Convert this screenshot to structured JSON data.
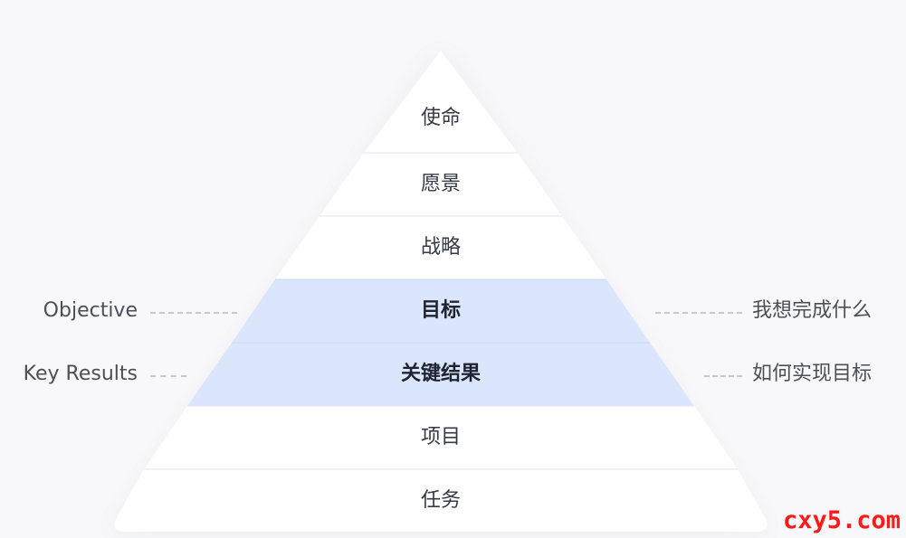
{
  "pyramid": {
    "layers": [
      {
        "label": "使命",
        "highlight": false
      },
      {
        "label": "愿景",
        "highlight": false
      },
      {
        "label": "战略",
        "highlight": false
      },
      {
        "label": "目标",
        "highlight": true
      },
      {
        "label": "关键结果",
        "highlight": true
      },
      {
        "label": "项目",
        "highlight": false
      },
      {
        "label": "任务",
        "highlight": false
      }
    ]
  },
  "annotations": {
    "objective": {
      "left": "Objective",
      "right": "我想完成什么"
    },
    "key_results": {
      "left": "Key Results",
      "right": "如何实现目标"
    }
  },
  "colors": {
    "background": "#f8f8fa",
    "layer_fill": "#ffffff",
    "highlight_fill": "#dbe5fb",
    "divider": "#e6e8ee"
  },
  "watermark": "cxy5.com"
}
